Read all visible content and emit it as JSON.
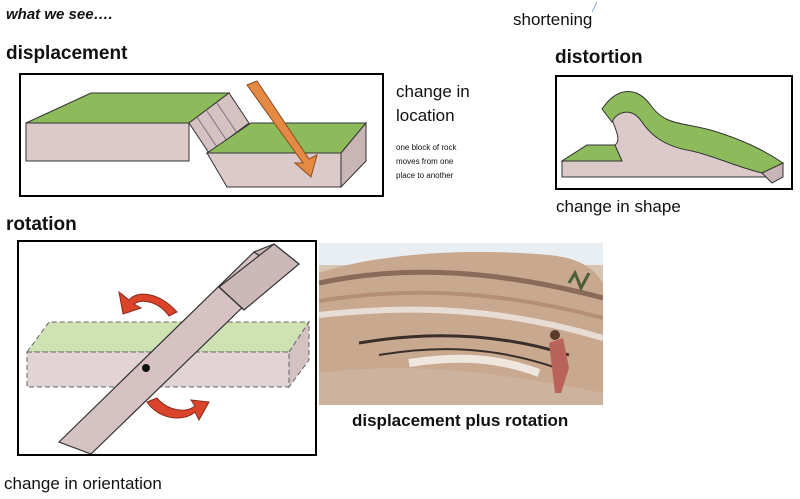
{
  "header": {
    "intro": "what we see….",
    "shortening": "shortening"
  },
  "displacement": {
    "title": "displacement",
    "caption_main": "change in location",
    "caption_line1": "one block of rock",
    "caption_line2": "moves from one",
    "caption_line3": "place to another"
  },
  "distortion": {
    "title": "distortion",
    "caption": "change in shape"
  },
  "rotation": {
    "title": "rotation",
    "caption": "change in orientation"
  },
  "photo": {
    "caption": "displacement plus rotation"
  },
  "colors": {
    "grass": "#8dbb5c",
    "rock": "#d8c8c8",
    "arrow_orange": "#e58a45",
    "arrow_red": "#d9442b"
  }
}
